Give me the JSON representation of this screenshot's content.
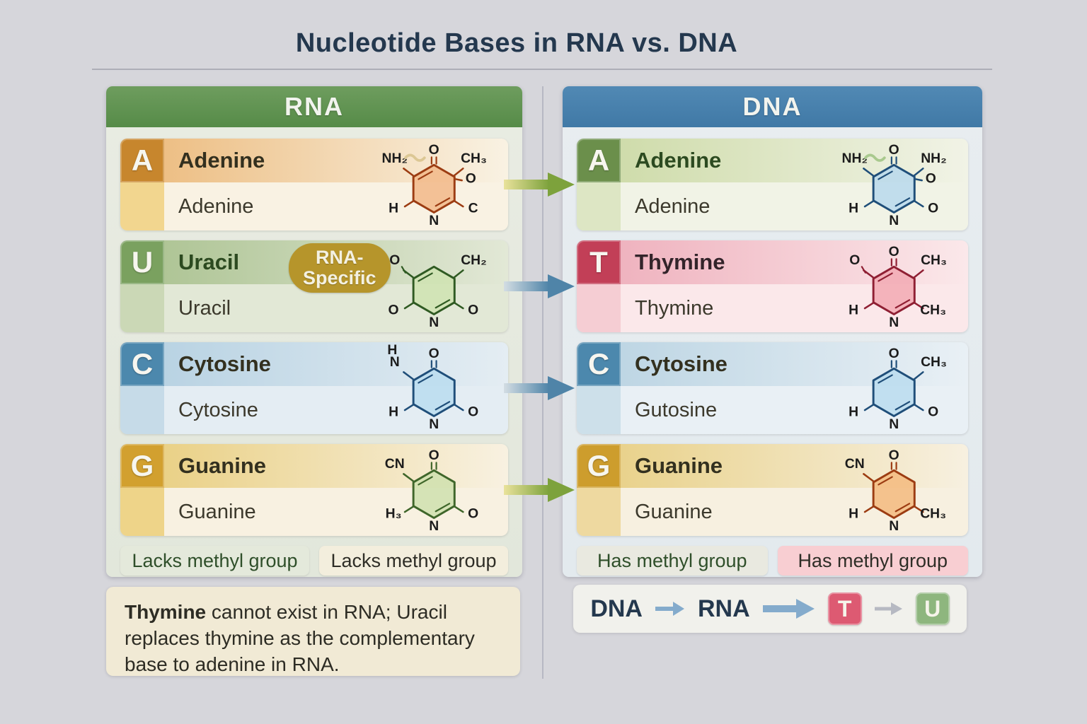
{
  "title": "Nucleotide Bases in RNA vs. DNA",
  "columns": [
    {
      "id": "rna",
      "header": "RNA",
      "header_color": "#5f9351",
      "rows": [
        {
          "letter": "A",
          "name": "Adenine",
          "subtitle": "Adenine",
          "badge_color": "#c7862d",
          "strip_color": "#f2d68f",
          "tint_color": "#edbf85",
          "body_color": "#f9f2e3",
          "title_color": "#33301f",
          "molecule": {
            "fill": "#f2b988",
            "stroke": "#9c3c12",
            "squiggle": "#dcc794",
            "labels": {
              "tl": "NH₂",
              "tc": "O",
              "tr": "CH₃",
              "r": "O",
              "bl": "H",
              "bc": "N",
              "br": "C"
            }
          }
        },
        {
          "letter": "U",
          "name": "Uracil",
          "subtitle": "Uracil",
          "tag": [
            "RNA-",
            "Specific"
          ],
          "badge_color": "#7aa15f",
          "strip_color": "#cbd8b6",
          "tint_color": "#afc596",
          "body_color": "#e2e8d6",
          "title_color": "#2c4a20",
          "molecule": {
            "fill": "#cfe3b2",
            "stroke": "#2f5a22",
            "hook": true,
            "labels": {
              "tl": "O",
              "tr": "CH₂",
              "bl": "O",
              "bc": "N",
              "br": "O"
            }
          }
        },
        {
          "letter": "C",
          "name": "Cytosine",
          "subtitle": "Cytosine",
          "badge_color": "#4c88ad",
          "strip_color": "#c6dbe8",
          "tint_color": "#b9d3e3",
          "body_color": "#e4edf3",
          "title_color": "#33301f",
          "molecule": {
            "fill": "#badcef",
            "stroke": "#1f4e79",
            "labels": {
              "tl": "N",
              "tl2": "H",
              "tc": "O",
              "bl": "H",
              "bc": "N",
              "br": "O"
            }
          }
        },
        {
          "letter": "G",
          "name": "Guanine",
          "subtitle": "Guanine",
          "badge_color": "#d2a02f",
          "strip_color": "#eed489",
          "tint_color": "#ead187",
          "body_color": "#f8f1e1",
          "title_color": "#33301f",
          "molecule": {
            "fill": "#cfe0ae",
            "stroke": "#3f662a",
            "labels": {
              "tl": "CN",
              "tc": "O",
              "bl": "H₃",
              "bc": "N",
              "br": "O"
            }
          }
        }
      ],
      "footer_badges": [
        {
          "text": "Lacks methyl group",
          "bg": "#e4e9db",
          "color": "#2f4f2a"
        },
        {
          "text": "Lacks methyl group",
          "bg": "#f3eedd",
          "color": "#2e2d26"
        }
      ]
    },
    {
      "id": "dna",
      "header": "DNA",
      "header_color": "#4a84b0",
      "rows": [
        {
          "letter": "A",
          "name": "Adenine",
          "subtitle": "Adenine",
          "badge_color": "#6b8f4b",
          "strip_color": "#dde6c4",
          "tint_color": "#cfdcab",
          "body_color": "#f1f3e6",
          "title_color": "#2c4a20",
          "molecule": {
            "fill": "#b9d8ec",
            "stroke": "#1f4e79",
            "squiggle": "#a9c98e",
            "labels": {
              "tl": "NH₂",
              "tc": "O",
              "tr": "NH₂",
              "r": "O",
              "bl": "H",
              "bc": "N",
              "br": "O"
            }
          }
        },
        {
          "letter": "T",
          "name": "Thymine",
          "subtitle": "Thymine",
          "badge_color": "#c23f57",
          "strip_color": "#f5cdd3",
          "tint_color": "#efb3bf",
          "body_color": "#fbe8ea",
          "title_color": "#33242a",
          "molecule": {
            "fill": "#f2a9b3",
            "stroke": "#8f1f33",
            "hook": true,
            "labels": {
              "tl": "O",
              "tc": "O",
              "tr": "CH₃",
              "bl": "H",
              "bc": "N",
              "br": "CH₃"
            }
          }
        },
        {
          "letter": "C",
          "name": "Cytosine",
          "subtitle": "Gutosine",
          "badge_color": "#4c88ad",
          "strip_color": "#cde0ea",
          "tint_color": "#bed6e4",
          "body_color": "#e9f0f5",
          "title_color": "#33301f",
          "molecule": {
            "fill": "#badcef",
            "stroke": "#1f4e79",
            "labels": {
              "tc": "O",
              "tr": "CH₃",
              "bl": "H",
              "bc": "N",
              "br": "O"
            }
          }
        },
        {
          "letter": "G",
          "name": "Guanine",
          "subtitle": "Guanine",
          "badge_color": "#cd9d2d",
          "strip_color": "#eed9a0",
          "tint_color": "#e9d28c",
          "body_color": "#f7f0e0",
          "title_color": "#33301f",
          "molecule": {
            "fill": "#f3ba7e",
            "stroke": "#9c3c12",
            "labels": {
              "tl": "CN",
              "tc": "O",
              "bl": "H",
              "bc": "N",
              "br": "CH₃"
            }
          }
        }
      ],
      "footer_badges": [
        {
          "text": "Has methyl group",
          "bg": "#e9e9e0",
          "color": "#2f4f2a"
        },
        {
          "text": "Has methyl group",
          "bg": "#f8ced2",
          "color": "#2e2d26"
        }
      ]
    }
  ],
  "row_arrows": [
    {
      "kind": "green",
      "start": "#e9e29b",
      "end": "#7da23c"
    },
    {
      "kind": "blue",
      "start": "#d3dde3",
      "end": "#4f84a8"
    },
    {
      "kind": "blue",
      "start": "#d3dde3",
      "end": "#4f84a8"
    },
    {
      "kind": "green",
      "start": "#e9e29b",
      "end": "#7da23c"
    }
  ],
  "note": {
    "bold": "Thymine",
    "rest": " cannot exist in RNA; Uracil replaces thymine as the complementary base to adenine in RNA."
  },
  "flow": {
    "from": "DNA",
    "to": "RNA",
    "t_label": "T",
    "u_label": "U",
    "t_color": "#dd5a72",
    "u_color": "#8eb67e",
    "arrow_blue": "#84abcc",
    "arrow_gray": "#b6b9c2"
  }
}
